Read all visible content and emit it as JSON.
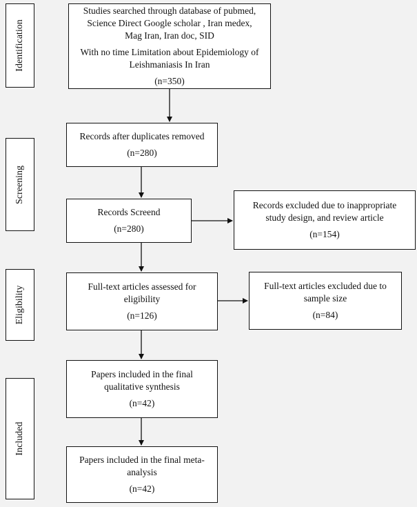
{
  "stages": {
    "identification": "Identification",
    "screening": "Screening",
    "eligibility": "Eligibility",
    "included": "Included"
  },
  "boxes": {
    "search": {
      "line1": "Studies searched through database of pubmed,",
      "line2": "Science Direct Google scholar , Iran medex,",
      "line3": "Mag Iran, Iran doc, SID",
      "line4": "With no time Limitation about Epidemiology of",
      "line5": "Leishmaniasis In Iran",
      "count": "(n=350)"
    },
    "duplicates_removed": {
      "line1": "Records after duplicates removed",
      "count": "(n=280)"
    },
    "screened": {
      "line1": "Records Screend",
      "count": "(n=280)"
    },
    "excluded_design": {
      "line1": "Records excluded due to inappropriate",
      "line2": "study design, and review article",
      "count": "(n=154)"
    },
    "fulltext_assessed": {
      "line1": "Full-text articles assessed for",
      "line2": "eligibility",
      "count": "(n=126)"
    },
    "excluded_sample": {
      "line1": "Full-text articles excluded due to",
      "line2": "sample size",
      "count": "(n=84)"
    },
    "qualitative": {
      "line1": "Papers included in the final",
      "line2": "qualitative synthesis",
      "count": "(n=42)"
    },
    "meta_analysis": {
      "line1": "Papers included in the final meta-",
      "line2": "analysis",
      "count": "(n=42)"
    }
  }
}
